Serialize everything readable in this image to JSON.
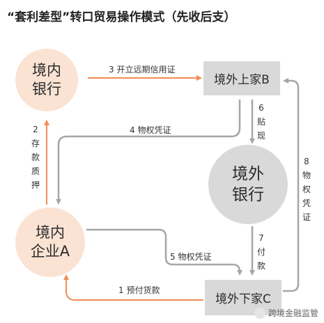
{
  "title": "“套利差型”转口贸易操作模式（先收后支）",
  "colors": {
    "peach_fill": "#fbe3d4",
    "grey_fill": "#d9d9d9",
    "orange_arrow": "#f08c55",
    "grey_arrow": "#a6a6a6"
  },
  "nodes": {
    "domestic_bank": "境内\n银行",
    "overseas_buyer_b": "境外上家B",
    "overseas_bank": "境外\n银行",
    "domestic_company_a": "境内\n企业A",
    "overseas_seller_c": "境外下家C"
  },
  "edges": {
    "e1": "1 预付货款",
    "e2": "2存款质押",
    "e3": "3 开立远期信用证",
    "e4": "4 物权凭证",
    "e5": "5 物权凭证",
    "e6": "6贴现",
    "e7": "7付款",
    "e8": "8物权凭证"
  },
  "watermark": {
    "icon": "wechat-icon",
    "text": "跨境金融监管"
  }
}
